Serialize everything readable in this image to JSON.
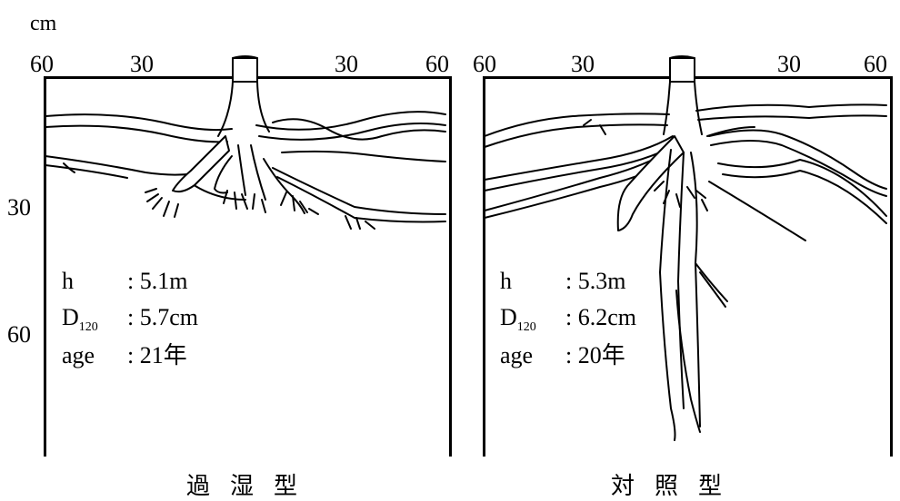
{
  "unit": "cm",
  "left": {
    "top_ticks": [
      "60",
      "30",
      "30",
      "60"
    ],
    "depth_ticks": [
      "30",
      "60"
    ],
    "h_key": "h",
    "h_val": ": 5.1m",
    "d_key": "D",
    "d_sub": "120",
    "d_val": ": 5.7cm",
    "age_key": "age",
    "age_val": ": 21年",
    "title": "過湿型"
  },
  "right": {
    "top_ticks": [
      "60",
      "30",
      "30",
      "60"
    ],
    "h_key": "h",
    "h_val": ": 5.3m",
    "d_key": "D",
    "d_sub": "120",
    "d_val": ": 6.2cm",
    "age_key": "age",
    "age_val": ": 20年",
    "title": "対照型"
  }
}
